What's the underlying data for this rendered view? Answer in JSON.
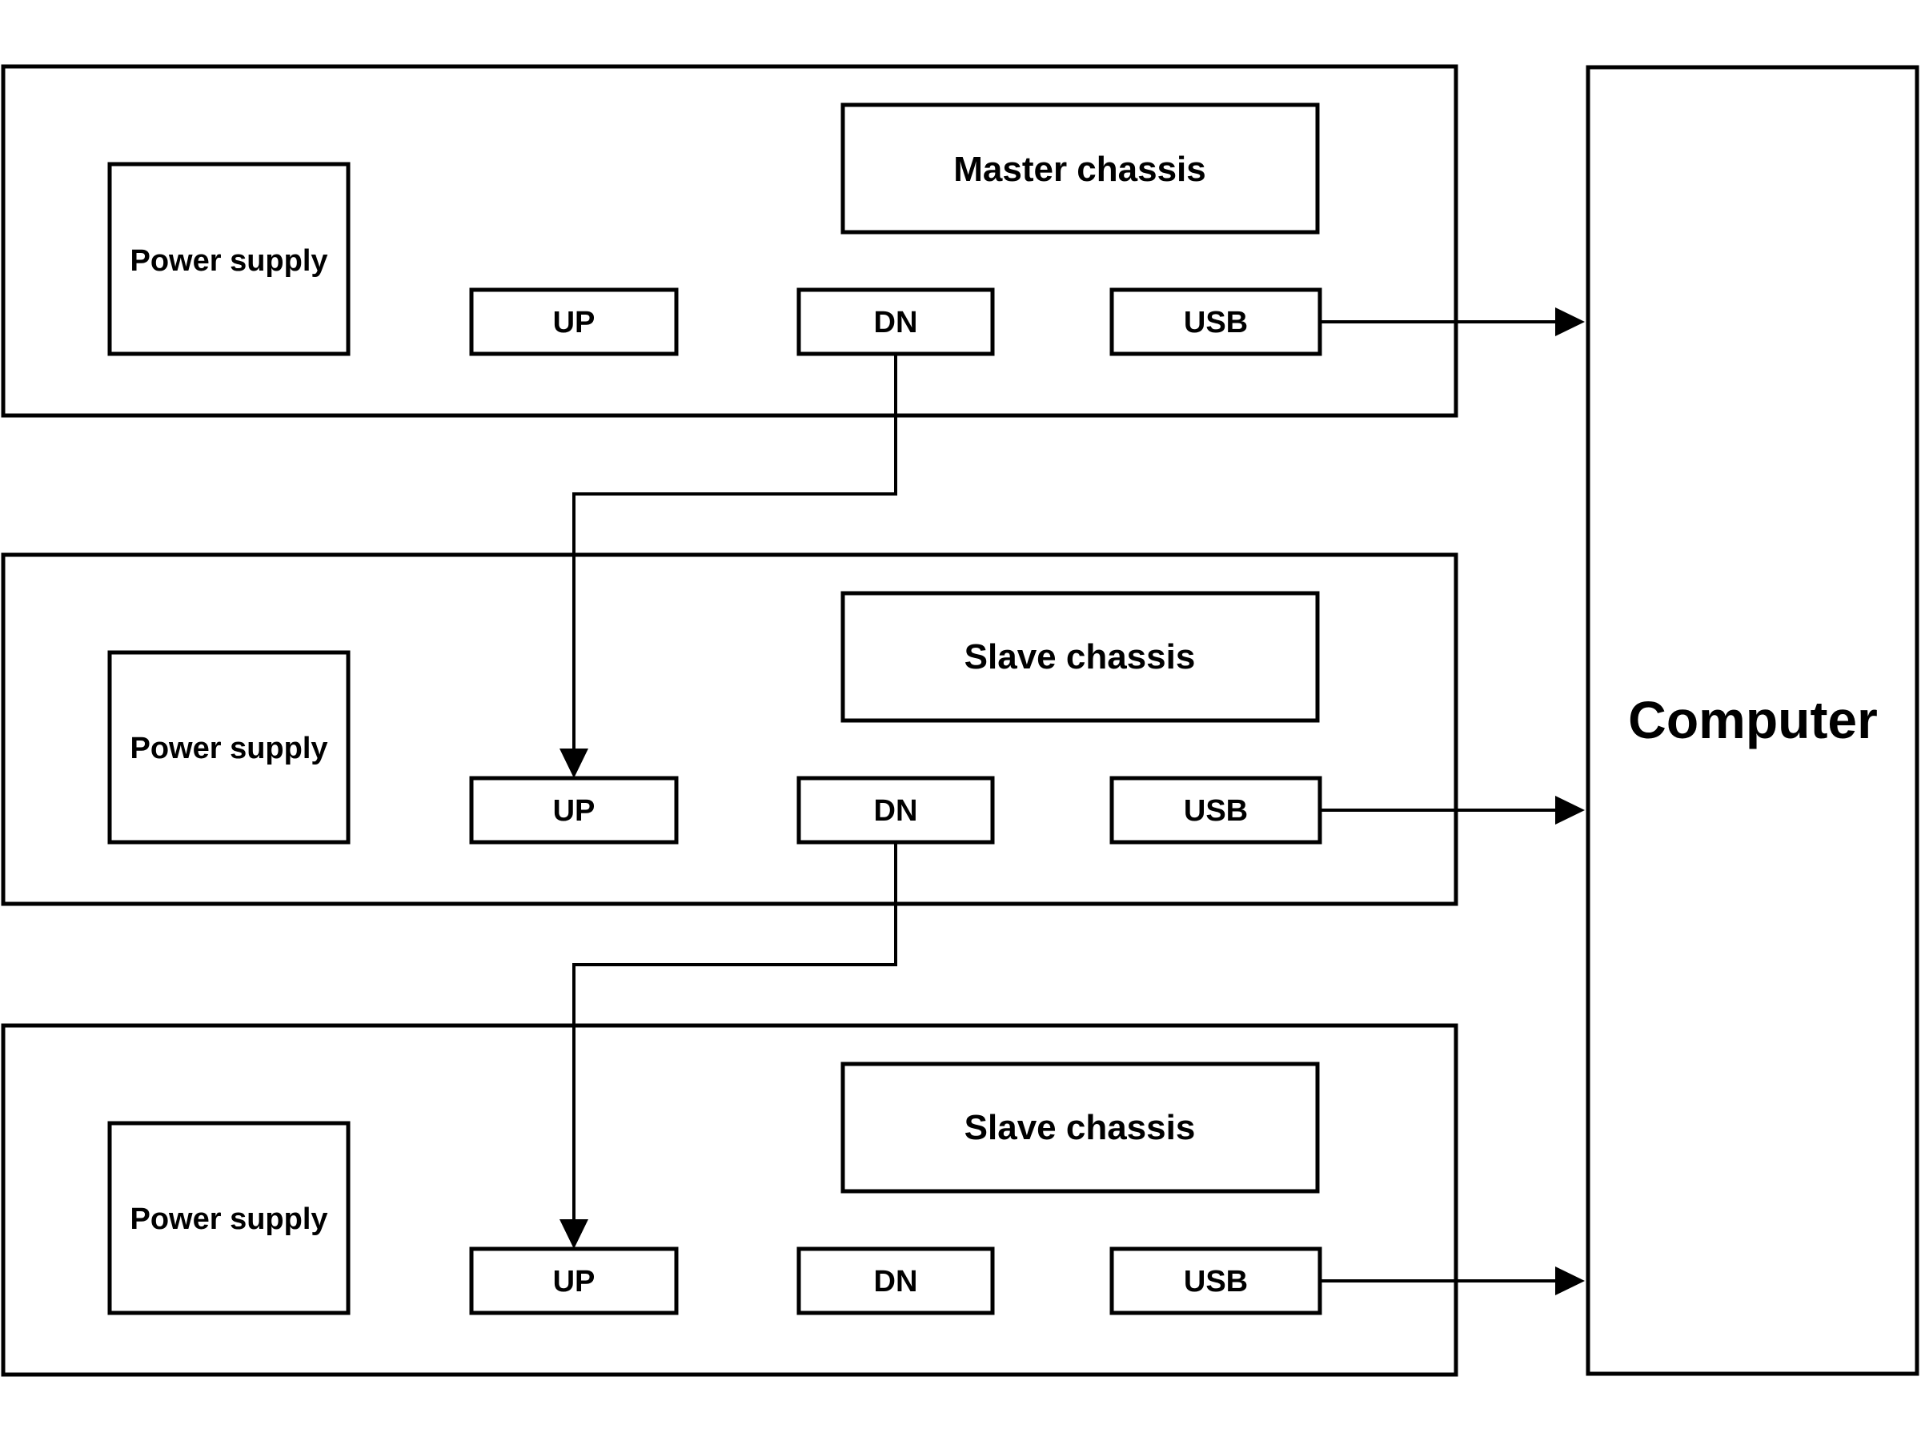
{
  "computer": {
    "label": "Computer"
  },
  "chassis": [
    {
      "title": "Master chassis",
      "power_supply": "Power supply",
      "ports": {
        "up": "UP",
        "dn": "DN",
        "usb": "USB"
      }
    },
    {
      "title": "Slave chassis",
      "power_supply": "Power supply",
      "ports": {
        "up": "UP",
        "dn": "DN",
        "usb": "USB"
      }
    },
    {
      "title": "Slave chassis",
      "power_supply": "Power supply",
      "ports": {
        "up": "UP",
        "dn": "DN",
        "usb": "USB"
      }
    }
  ],
  "connections": [
    {
      "from": "chassis.0.dn",
      "to": "chassis.1.up"
    },
    {
      "from": "chassis.1.dn",
      "to": "chassis.2.up"
    },
    {
      "from": "chassis.0.usb",
      "to": "computer"
    },
    {
      "from": "chassis.1.usb",
      "to": "computer"
    },
    {
      "from": "chassis.2.usb",
      "to": "computer"
    }
  ],
  "colors": {
    "stroke": "#000000",
    "background": "#ffffff"
  }
}
